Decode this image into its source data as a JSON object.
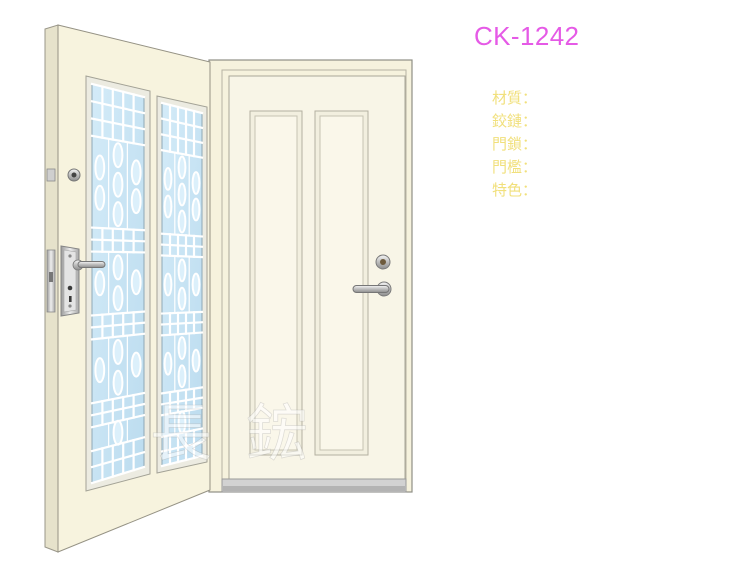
{
  "product": {
    "model": "CK-1242"
  },
  "specs": [
    {
      "label": "材質："
    },
    {
      "label": "鉸鏈："
    },
    {
      "label": "門鎖："
    },
    {
      "label": "門檻："
    },
    {
      "label": "特色："
    }
  ],
  "watermark": {
    "text": "長鋐"
  },
  "colors": {
    "model_text": "#e55ae6",
    "spec_text": "#f1e07c",
    "door": "#f7f3de",
    "glass": "#c9e4f3"
  }
}
